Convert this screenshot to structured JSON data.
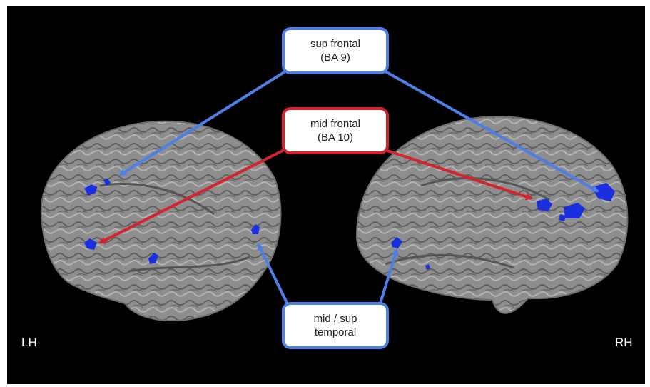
{
  "labels": {
    "sup_frontal": {
      "line1": "sup frontal",
      "line2": "(BA 9)"
    },
    "mid_frontal": {
      "line1": "mid frontal",
      "line2": "(BA 10)"
    },
    "mid_sup_temporal": {
      "line1": "mid / sup",
      "line2": "temporal"
    }
  },
  "hemispheres": {
    "left": "LH",
    "right": "RH"
  },
  "colors": {
    "background": "#000000",
    "brain": "#8c8c8c",
    "blue_arrow": "#4d7fe6",
    "red_arrow": "#d6232e",
    "activation": "#1a2fe0"
  }
}
